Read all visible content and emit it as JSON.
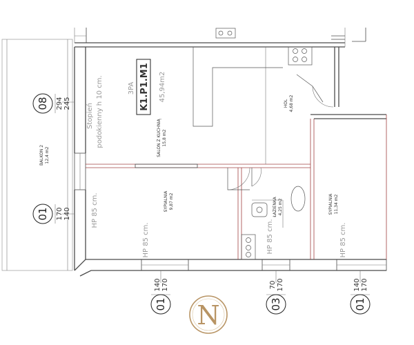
{
  "rooms": {
    "balkon": {
      "name": "BALKON 2",
      "area": "12,4 m2"
    },
    "salon": {
      "name": "SALON Z KUCHNIĄ",
      "area": "15,8 m2"
    },
    "hol": {
      "name": "HOL",
      "area": "4,68 m2"
    },
    "sypialnia1": {
      "name": "SYPIALNIA",
      "area": "9,87 m2"
    },
    "lazienka": {
      "name": "ŁAZIENKA",
      "area": "4,25 m2"
    },
    "sypialnia2": {
      "name": "SYPIALNIA",
      "area": "11,34 m2"
    }
  },
  "annotations": {
    "stopien_line1": "Stopień",
    "stopien_line2": "podokienny h 10 cm.",
    "floor": "3PA",
    "unit_code": "K1.P1.M1",
    "unit_area": "45,94m2",
    "hp_label": "HP 85 cm."
  },
  "window_tags": {
    "left_top": {
      "id": "08",
      "top": "294",
      "bottom": "245"
    },
    "left_bottom": {
      "id": "01",
      "top": "170",
      "bottom": "140"
    },
    "bottom_1": {
      "id": "01",
      "top": "140",
      "bottom": "170"
    },
    "bottom_2": {
      "id": "03",
      "top": "70",
      "bottom": "170"
    },
    "bottom_3": {
      "id": "01",
      "top": "140",
      "bottom": "170"
    }
  },
  "colors": {
    "logo_gold": "#b89464",
    "wall": "#4a4a4a",
    "accent_wall": "#a04040"
  },
  "logo": {
    "letter": "N"
  }
}
